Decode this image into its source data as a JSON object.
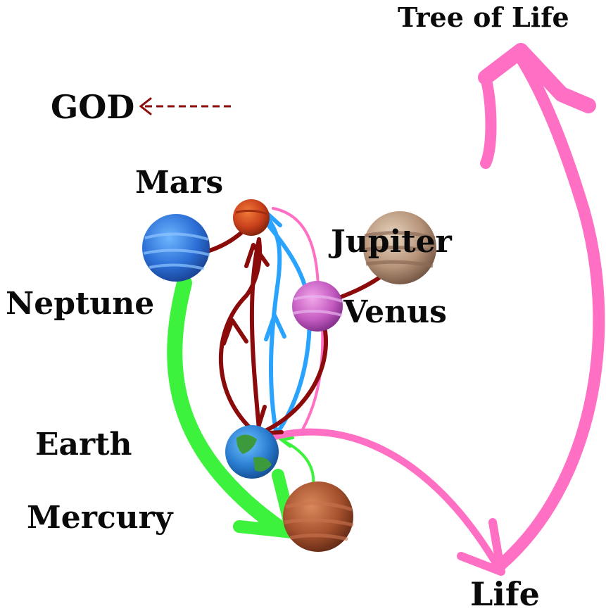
{
  "labels": {
    "tree_of_life": "Tree of Life",
    "god": "GOD",
    "mars": "Mars",
    "jupiter": "Jupiter",
    "neptune": "Neptune",
    "venus": "Venus",
    "earth": "Earth",
    "mercury": "Mercury",
    "life": "Life"
  },
  "colors": {
    "dark_red": "#8b0a0a",
    "blue": "#2aa3ff",
    "pink": "#ff6fc4",
    "green": "#3cf23c",
    "text": "#0a0a0a"
  },
  "icons": [
    "mars-planet",
    "neptune-planet",
    "jupiter-planet",
    "venus-planet",
    "earth-planet",
    "mercury-planet"
  ]
}
